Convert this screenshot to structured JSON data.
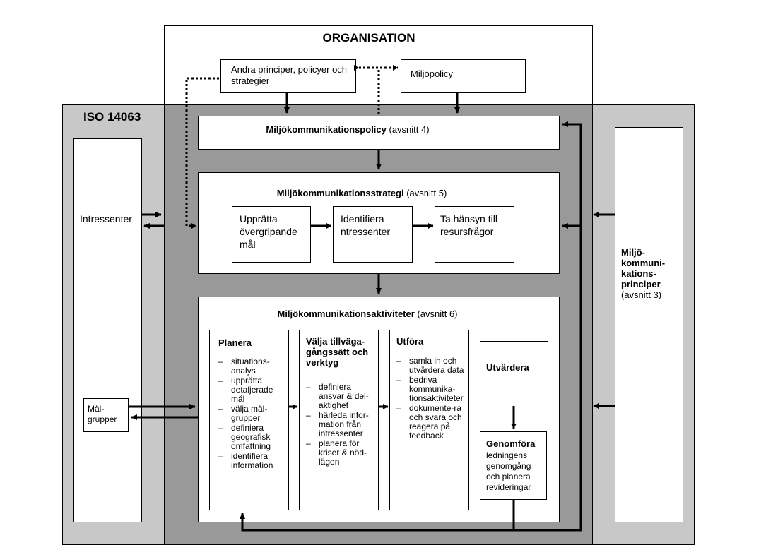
{
  "organisation": {
    "title": "ORGANISATION",
    "other_principles": "Andra principer, policyer och strategier",
    "env_policy": "Miljöpolicy"
  },
  "iso": {
    "title": "ISO 14063",
    "stakeholders": "Intressenter",
    "target_groups": "Mål-grupper",
    "principles_bold": "Miljö-kommuni-kations-principer",
    "principles_section": "(avsnitt 3)"
  },
  "policy": {
    "title": "Miljökommunikationspolicy",
    "section": "(avsnitt 4)"
  },
  "strategy": {
    "title": "Miljökommunikationsstrategi",
    "section": "(avsnitt 5)",
    "step1": "Upprätta övergripande mål",
    "step2": "Identifiera ntressenter",
    "step3": "Ta hänsyn till resursfrågor"
  },
  "activities": {
    "title": "Miljökommunikationsaktiviteter",
    "section": "(avsnitt 6)",
    "plan": {
      "title": "Planera",
      "items": [
        "situations-analys",
        "upprätta detaljerade mål",
        "välja mål-grupper",
        "definiera geografisk omfattning",
        "identifiera information"
      ]
    },
    "choose": {
      "title": "Välja tillväga-gångssätt och verktyg",
      "items": [
        "definiera ansvar & del-aktighet",
        "härleda infor-mation från intressenter",
        "planera för kriser & nöd-lägen"
      ]
    },
    "execute": {
      "title": "Utföra",
      "items": [
        "samla in och utvärdera data",
        "bedriva kommunika-tionsaktiviteter",
        "dokumente-ra och svara och reagera på feedback"
      ]
    },
    "evaluate": {
      "title": "Utvärdera"
    },
    "implement": {
      "title": "Genomföra",
      "text": "ledningens genomgång och planera revideringar"
    }
  }
}
